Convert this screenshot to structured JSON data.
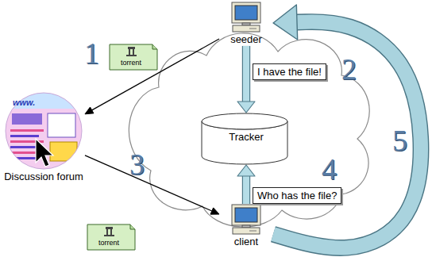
{
  "diagram": {
    "nodes": [
      {
        "text": [
          "seeder"
        ]
      },
      {
        "text": [
          "Discussion forum"
        ]
      },
      {
        "text": [
          "Tracker"
        ]
      },
      {
        "text": [
          "client"
        ]
      }
    ],
    "edges": [
      {
        "from": 0,
        "to": 1,
        "arrow": "to"
      },
      {
        "from": 0,
        "to": 2,
        "label": "I have the file!",
        "arrow": "to"
      },
      {
        "from": 1,
        "to": 3,
        "arrow": "to"
      },
      {
        "from": 3,
        "to": 2,
        "label": "Who has the file?",
        "arrow": "to"
      },
      {
        "from": 3,
        "to": 0,
        "arrow": "to"
      }
    ],
    "labels": [
      "www.",
      "1",
      "torrent",
      "2",
      "3",
      "4",
      "torrent",
      "5"
    ]
  }
}
